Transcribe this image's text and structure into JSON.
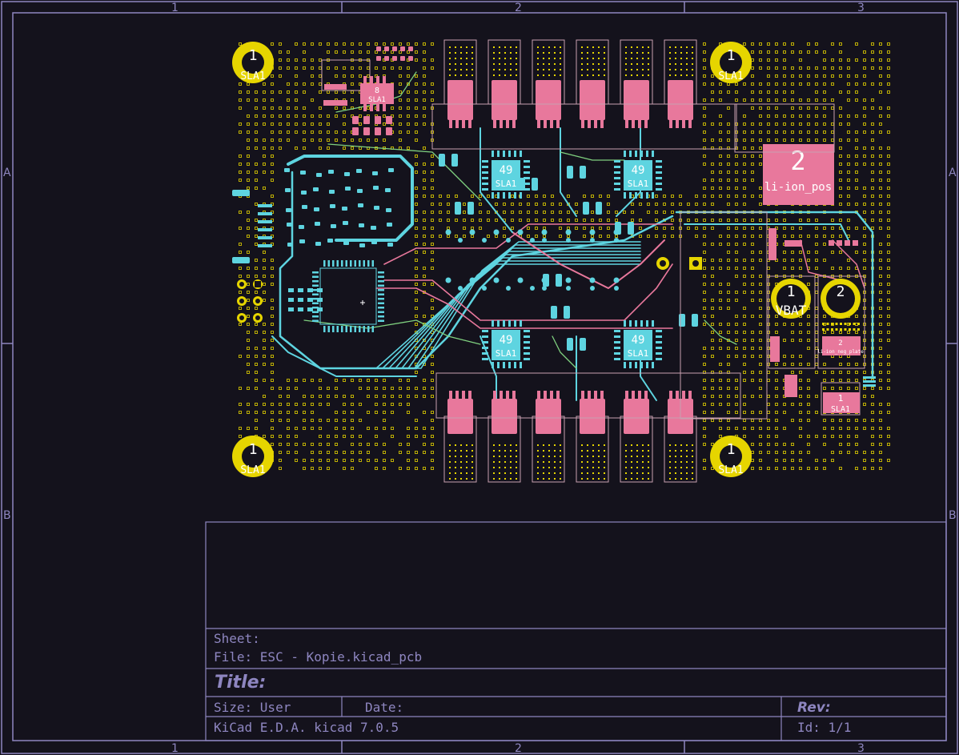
{
  "frame": {
    "columns": [
      "1",
      "2",
      "3"
    ],
    "rows": [
      "A",
      "B"
    ]
  },
  "title_block": {
    "sheet_label": "Sheet:",
    "file_label": "File: ESC - Kopie.kicad_pcb",
    "title_label": "Title:",
    "size_label": "Size: User",
    "date_label": "Date:",
    "rev_label": "Rev:",
    "tool_label": "KiCad E.D.A.  kicad 7.0.5",
    "id_label": "Id: 1/1"
  },
  "board": {
    "mounting_holes": [
      {
        "num": "1",
        "ref": "SLA1"
      },
      {
        "num": "1",
        "ref": "SLA1"
      },
      {
        "num": "1",
        "ref": "SLA1"
      },
      {
        "num": "1",
        "ref": "SLA1"
      }
    ],
    "mosfet_pads": [
      {
        "num": "49",
        "ref": "SLA1"
      },
      {
        "num": "49",
        "ref": "SLA1"
      },
      {
        "num": "49",
        "ref": "SLA1"
      },
      {
        "num": "49",
        "ref": "SLA1"
      }
    ],
    "battery_pad_pos": {
      "num": "2",
      "ref": "li-ion_pos"
    },
    "vbat_pad": {
      "num": "1",
      "ref": "VBAT"
    },
    "neg_pad": {
      "num": "2"
    },
    "small_pads": [
      {
        "num": "8",
        "ref": "SLA1"
      },
      {
        "num": "1",
        "ref": "SLA1"
      },
      {
        "num": "2",
        "ref": "li-ion_neg_plate"
      }
    ]
  },
  "colors": {
    "background": "#14121c",
    "frame": "#8e86c0",
    "front_copper": "#e8789c",
    "back_copper": "#5ed4e0",
    "silkscreen_yellow": "#e6d500",
    "courtyard": "#c8a0b0",
    "track_green": "#7fd07f"
  }
}
